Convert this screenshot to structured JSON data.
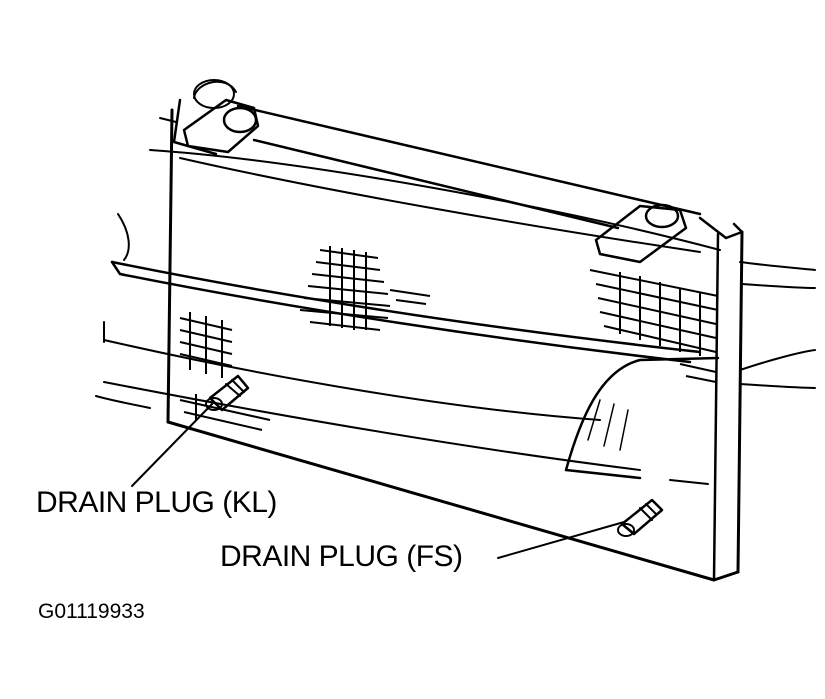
{
  "labels": {
    "drain_plug_kl": "DRAIN PLUG (KL)",
    "drain_plug_fs": "DRAIN PLUG (FS)"
  },
  "figure_id": "G01119933",
  "colors": {
    "ink": "#000000",
    "paper": "#ffffff"
  }
}
